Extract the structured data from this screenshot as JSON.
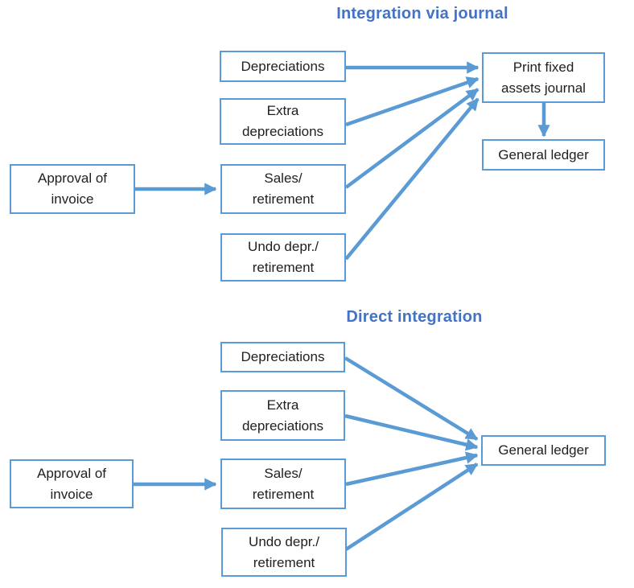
{
  "colors": {
    "title_blue": "#4472C4",
    "shape_blue": "#5B9BD5",
    "text": "#1F1F1F",
    "background": "#FFFFFF"
  },
  "diagram_top": {
    "title": "Integration via journal",
    "nodes": {
      "approval": "Approval of\ninvoice",
      "depreciations": "Depreciations",
      "extra_depreciations": "Extra\ndepreciations",
      "sales_retirement": "Sales/\nretirement",
      "undo_retirement": "Undo depr./\nretirement",
      "print_journal": "Print fixed\nassets journal",
      "general_ledger": "General ledger"
    },
    "edges": [
      {
        "from": "approval",
        "to": "sales_retirement"
      },
      {
        "from": "depreciations",
        "to": "print_journal"
      },
      {
        "from": "extra_depreciations",
        "to": "print_journal"
      },
      {
        "from": "sales_retirement",
        "to": "print_journal"
      },
      {
        "from": "undo_retirement",
        "to": "print_journal"
      },
      {
        "from": "print_journal",
        "to": "general_ledger"
      }
    ]
  },
  "diagram_bottom": {
    "title": "Direct integration",
    "nodes": {
      "approval": "Approval of\ninvoice",
      "depreciations": "Depreciations",
      "extra_depreciations": "Extra\ndepreciations",
      "sales_retirement": "Sales/\nretirement",
      "undo_retirement": "Undo depr./\nretirement",
      "general_ledger": "General ledger"
    },
    "edges": [
      {
        "from": "approval",
        "to": "sales_retirement"
      },
      {
        "from": "depreciations",
        "to": "general_ledger"
      },
      {
        "from": "extra_depreciations",
        "to": "general_ledger"
      },
      {
        "from": "sales_retirement",
        "to": "general_ledger"
      },
      {
        "from": "undo_retirement",
        "to": "general_ledger"
      }
    ]
  }
}
